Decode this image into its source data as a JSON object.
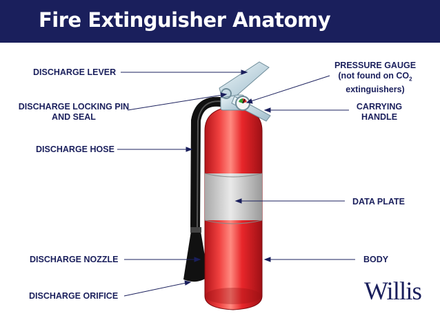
{
  "header": {
    "title": "Fire Extinguisher Anatomy"
  },
  "labels": {
    "discharge_lever": "DISCHARGE LEVER",
    "locking_pin_line1": "DISCHARGE LOCKING PIN",
    "locking_pin_line2": "AND SEAL",
    "discharge_hose": "DISCHARGE HOSE",
    "discharge_nozzle": "DISCHARGE NOZZLE",
    "discharge_orifice": "DISCHARGE ORIFICE",
    "pressure_gauge_line1": "PRESSURE GAUGE",
    "pressure_gauge_line2_pre": "(not found on CO",
    "pressure_gauge_line2_sub": "2",
    "pressure_gauge_line3": "extinguishers)",
    "carrying_handle_line1": "CARRYING",
    "carrying_handle_line2": "HANDLE",
    "data_plate": "DATA PLATE",
    "body": "BODY"
  },
  "brand": {
    "name": "Willis"
  },
  "colors": {
    "header_bg": "#1a1f5c",
    "label_text": "#1a1f5c",
    "leader_line": "#1a1f5c",
    "body_red": "#e8262a",
    "band_gray": "#c9c9c9",
    "hose_black": "#111111",
    "valve_silver": "#c8dfe8"
  }
}
